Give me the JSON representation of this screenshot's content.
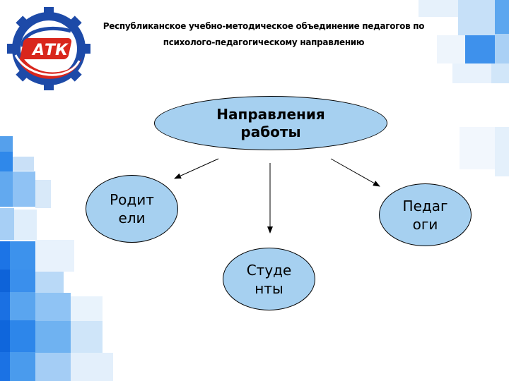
{
  "header": {
    "line1": "Республиканское учебно-методическое объединение педагогов по",
    "line2": "психолого-педагогическому направлению"
  },
  "logo": {
    "text": "АТК"
  },
  "diagram": {
    "center": {
      "line1": "Направления",
      "line2": "работы"
    },
    "nodes": [
      {
        "line1": "Родит",
        "line2": "ели"
      },
      {
        "line1": "Студе",
        "line2": "нты"
      },
      {
        "line1": "Педаг",
        "line2": "оги"
      }
    ]
  },
  "colors": {
    "node_fill": "#a6d0f0",
    "node_border": "#000000",
    "accent_blue": "#1e7be0",
    "logo_blue": "#1d4aa8",
    "logo_red": "#d9261c"
  }
}
